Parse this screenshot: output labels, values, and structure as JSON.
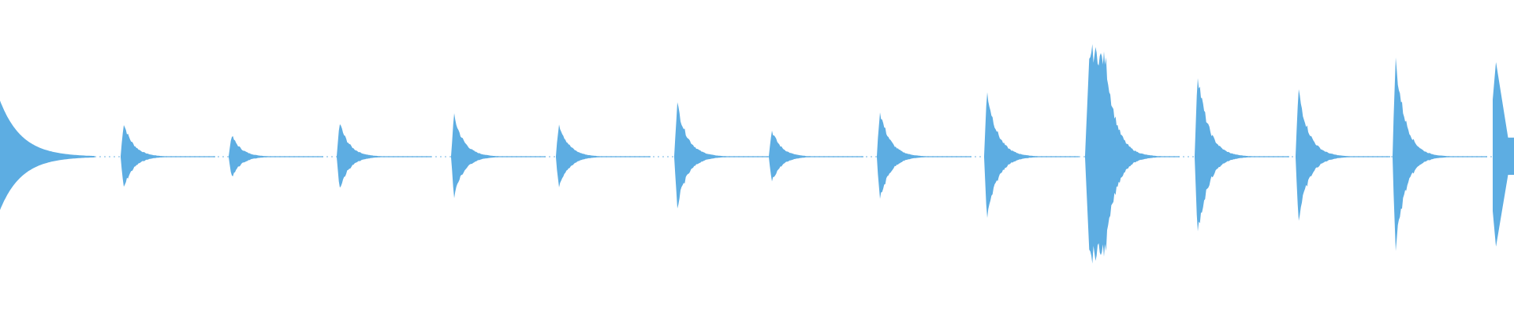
{
  "waveform": {
    "color": "#5dade2",
    "background": "#ffffff",
    "transients": [
      {
        "peak": 0.46,
        "decay": 0.55,
        "entering": true
      },
      {
        "peak": 0.28,
        "decay": 0.6
      },
      {
        "peak": 0.18,
        "decay": 0.65
      },
      {
        "peak": 0.28,
        "decay": 0.6
      },
      {
        "peak": 0.34,
        "decay": 0.55
      },
      {
        "peak": 0.28,
        "decay": 0.6
      },
      {
        "peak": 0.44,
        "decay": 0.5
      },
      {
        "peak": 0.22,
        "decay": 0.65
      },
      {
        "peak": 0.38,
        "decay": 0.55
      },
      {
        "peak": 0.54,
        "decay": 0.5
      },
      {
        "peak": 0.86,
        "decay": 0.45,
        "swell": true
      },
      {
        "peak": 0.7,
        "decay": 0.5
      },
      {
        "peak": 0.55,
        "decay": 0.5
      },
      {
        "peak": 0.8,
        "decay": 0.55
      },
      {
        "peak": 0.78,
        "decay": 0.5,
        "truncated": true
      }
    ]
  }
}
